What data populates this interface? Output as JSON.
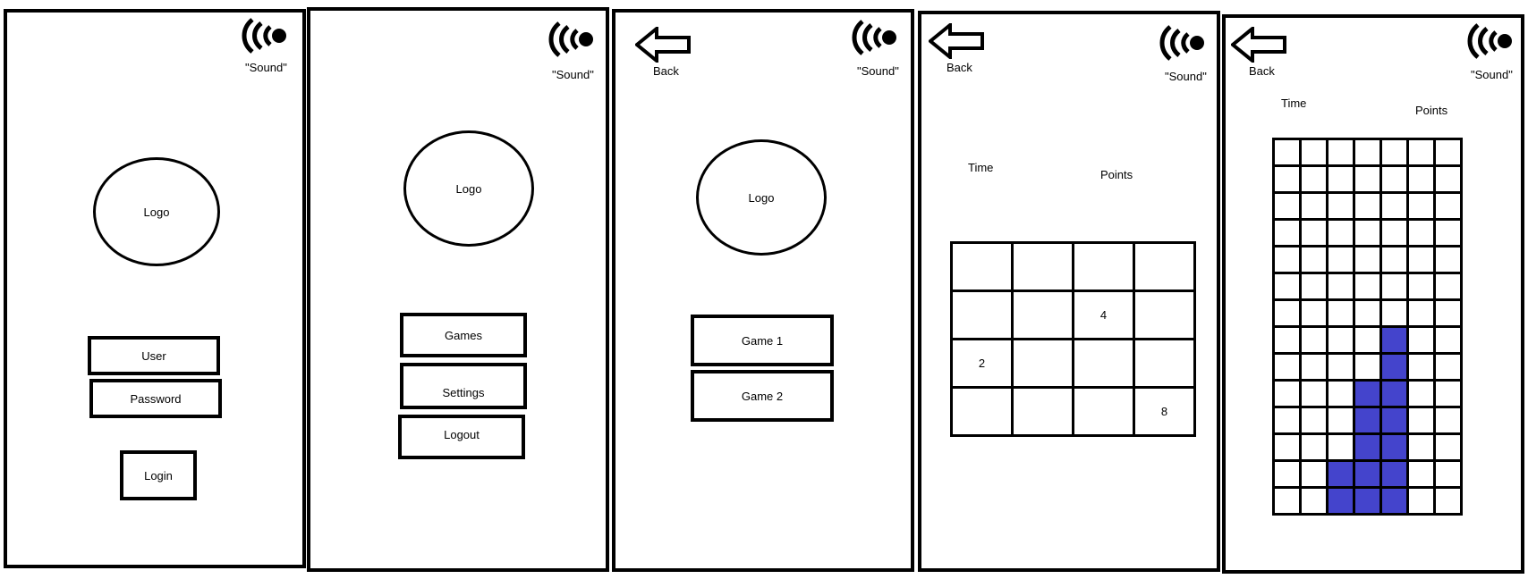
{
  "common": {
    "sound_label": "\"Sound\"",
    "back_label": "Back",
    "logo_label": "Logo",
    "accent_color": "#4444cc",
    "icons": {
      "sound": "sound-icon",
      "back": "back-arrow-icon"
    }
  },
  "login_screen": {
    "user_field": "User",
    "password_field": "Password",
    "login_button": "Login"
  },
  "menu_screen": {
    "games_button": "Games",
    "settings_button": "Settings",
    "logout_button": "Logout"
  },
  "games_screen": {
    "game1_button": "Game 1",
    "game2_button": "Game 2"
  },
  "game1_screen": {
    "time_label": "Time",
    "points_label": "Points",
    "grid": [
      [
        "",
        "",
        "",
        ""
      ],
      [
        "",
        "",
        "4",
        ""
      ],
      [
        "2",
        "",
        "",
        ""
      ],
      [
        "",
        "",
        "",
        "8"
      ]
    ]
  },
  "game2_screen": {
    "time_label": "Time",
    "points_label": "Points",
    "rows": 14,
    "cols": 7,
    "filled_cells": [
      [
        7,
        4
      ],
      [
        8,
        4
      ],
      [
        9,
        3
      ],
      [
        9,
        4
      ],
      [
        10,
        3
      ],
      [
        10,
        4
      ],
      [
        11,
        3
      ],
      [
        11,
        4
      ],
      [
        12,
        2
      ],
      [
        12,
        3
      ],
      [
        12,
        4
      ],
      [
        13,
        2
      ],
      [
        13,
        3
      ],
      [
        13,
        4
      ]
    ]
  }
}
